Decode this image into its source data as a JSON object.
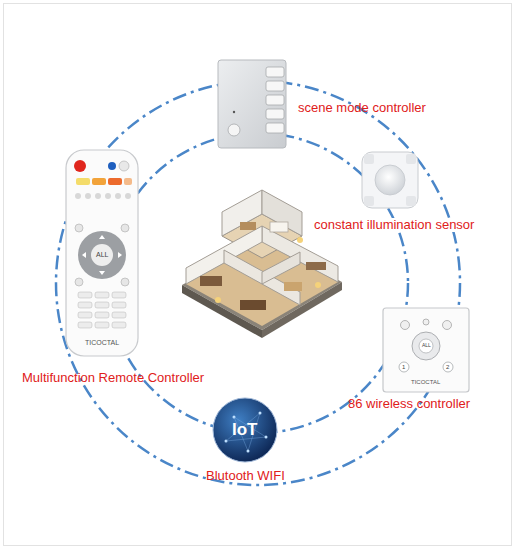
{
  "diagram": {
    "nodes": [
      {
        "text": [
          "IoT",
          "Blutooth WIFI"
        ]
      }
    ],
    "labels": [
      "scene mode controller",
      "constant illumination sensor",
      "86 wireless controller",
      "Multifunction Remote Controller",
      "ALL",
      "TICOCTAL",
      "ALL",
      "1",
      "2",
      "TICOCTAL"
    ]
  }
}
